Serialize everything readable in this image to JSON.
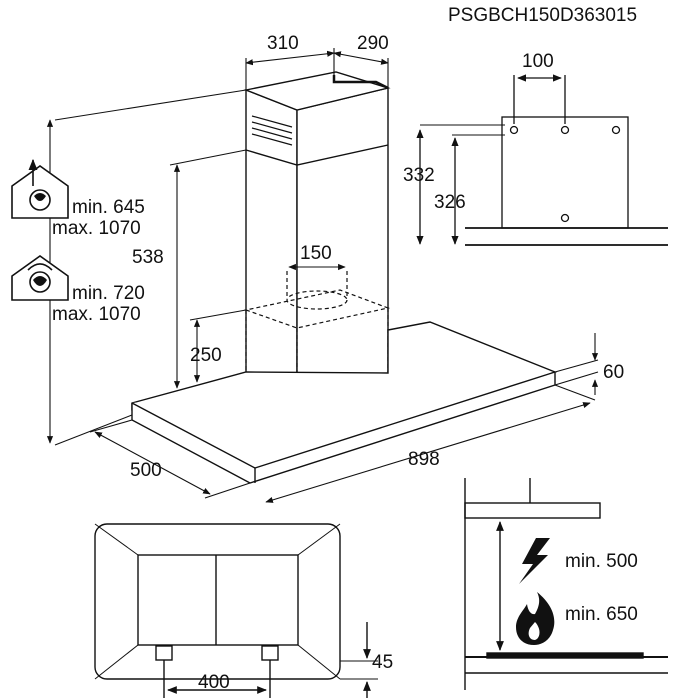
{
  "model_code": "PSGBCH150D363015",
  "main_view": {
    "chimney_width": "310",
    "chimney_depth": "290",
    "chimney_height": "538",
    "outlet_diameter": "150",
    "motor_height": "250",
    "canopy_thickness": "60",
    "canopy_depth": "500",
    "canopy_width": "898"
  },
  "ducted_mode": {
    "icon": "ducted-house-icon",
    "min": "min. 645",
    "max": "max. 1070"
  },
  "recirc_mode": {
    "icon": "recirculation-house-icon",
    "min": "min. 720",
    "max": "max. 1070"
  },
  "bracket_view": {
    "hole_spacing": "100",
    "height_outer": "332",
    "height_inner": "326"
  },
  "bottom_view": {
    "filter_spacing": "400",
    "edge_offset": "45"
  },
  "clearance_view": {
    "electric_icon": "lightning-icon",
    "electric": "min. 500",
    "gas_icon": "flame-icon",
    "gas": "min. 650"
  }
}
